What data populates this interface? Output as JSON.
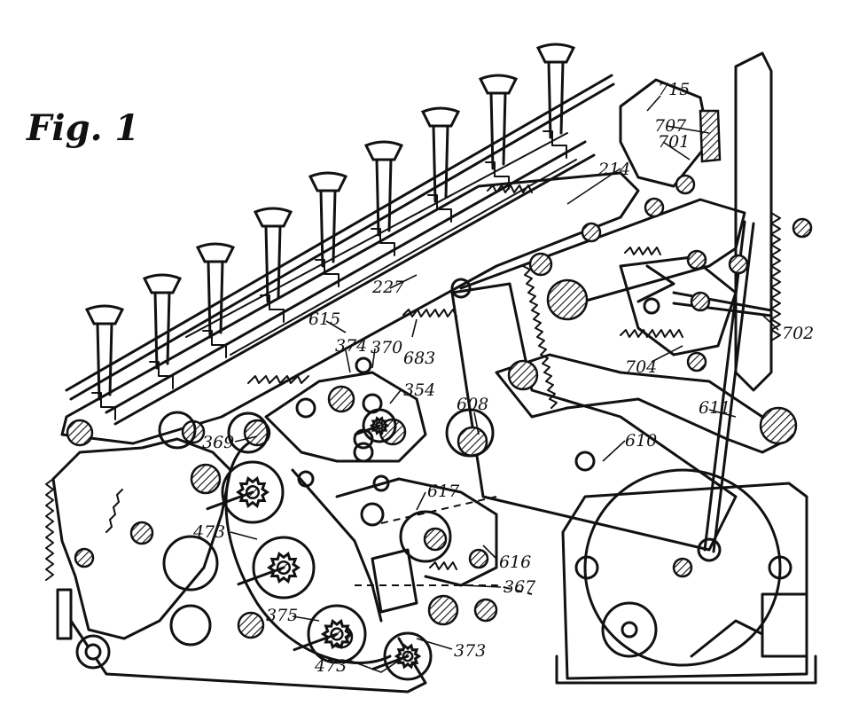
{
  "figure": {
    "title": "Fig. 1"
  },
  "references": [
    "715",
    "707",
    "701",
    "214",
    "702",
    "704",
    "611",
    "610",
    "608",
    "227",
    "615",
    "683",
    "374",
    "370",
    "354",
    "369",
    "617",
    "616",
    "367",
    "473",
    "375",
    "373"
  ]
}
